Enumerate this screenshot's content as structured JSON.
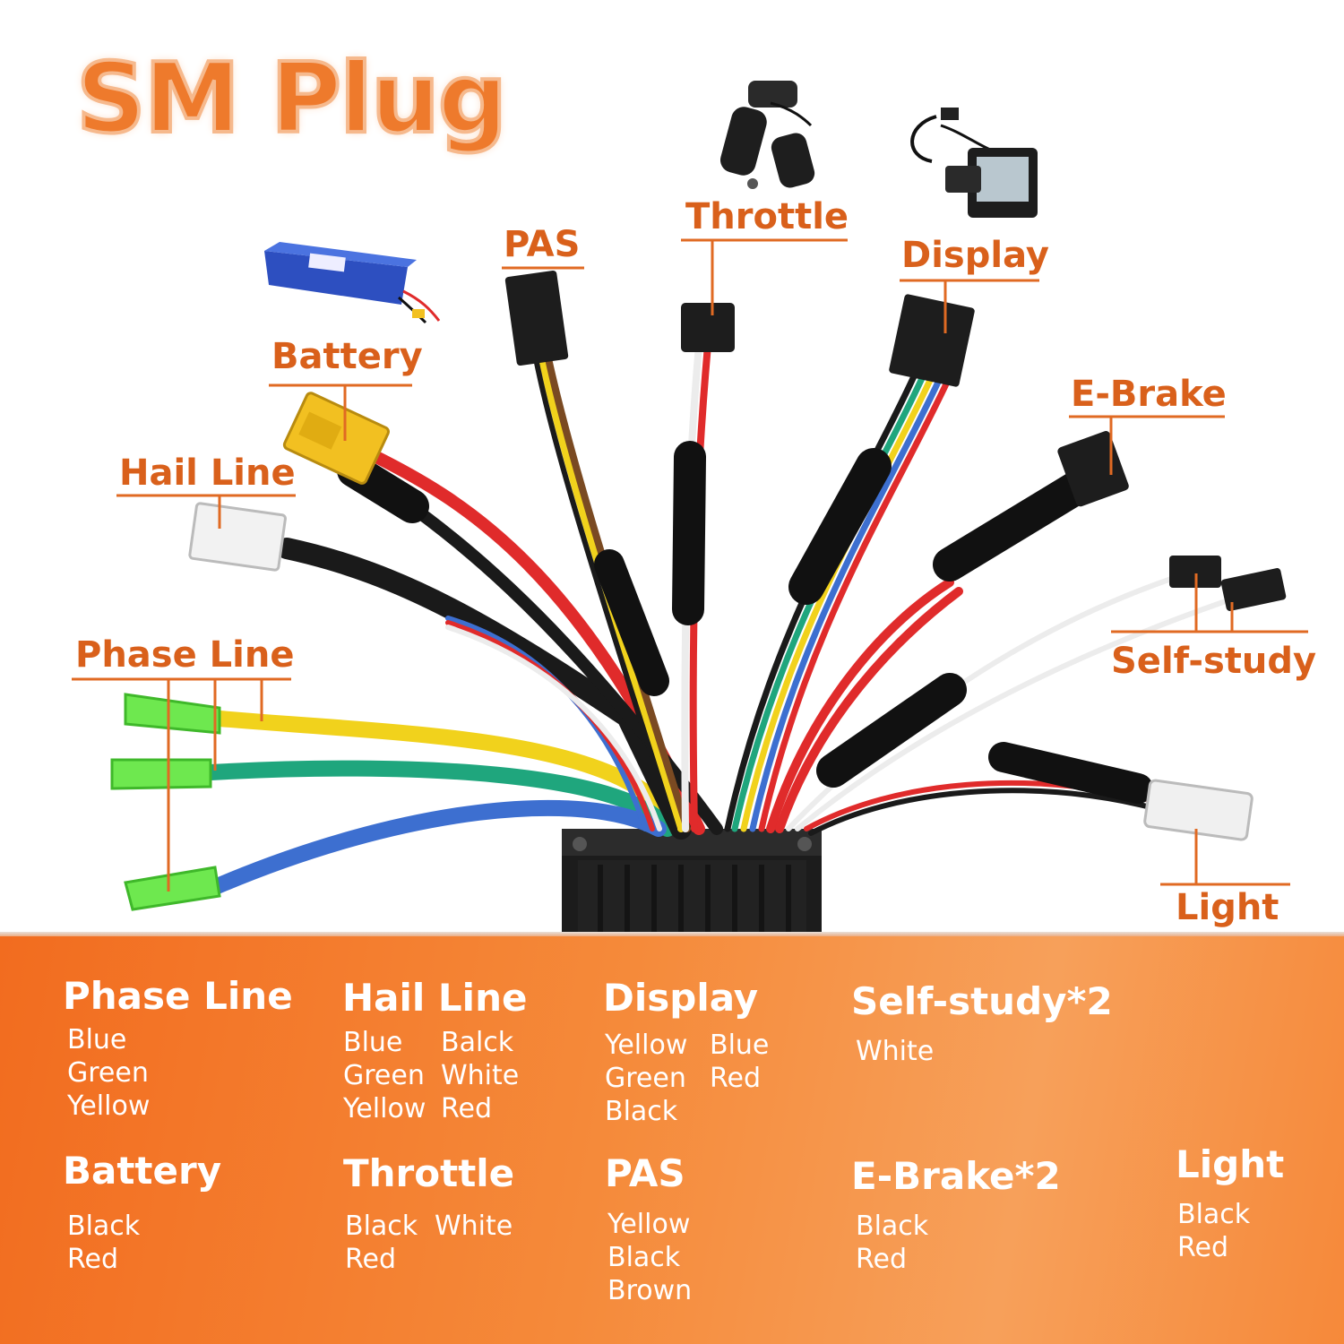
{
  "title": "SM Plug",
  "diagram_labels": {
    "pas": "PAS",
    "throttle": "Throttle",
    "display": "Display",
    "battery": "Battery",
    "e_brake": "E-Brake",
    "hail_line": "Hail Line",
    "self_study": "Self-study",
    "phase_line": "Phase Line",
    "light": "Light"
  },
  "wire_table": {
    "phase_line": {
      "heading": "Phase Line",
      "colors": [
        "Blue",
        "Green",
        "Yellow"
      ]
    },
    "hail_line": {
      "heading": "Hail Line",
      "col1": [
        "Blue",
        "Green",
        "Yellow"
      ],
      "col2": [
        "Balck",
        "White",
        "Red"
      ]
    },
    "display": {
      "heading": "Display",
      "col1": [
        "Yellow",
        "Green",
        "Black"
      ],
      "col2": [
        "Blue",
        "Red"
      ]
    },
    "self_study": {
      "heading": "Self-study*2",
      "colors": [
        "White"
      ]
    },
    "battery": {
      "heading": "Battery",
      "colors": [
        "Black",
        "Red"
      ]
    },
    "throttle": {
      "heading": "Throttle",
      "col1": [
        "Black",
        "Red"
      ],
      "col2": [
        "White"
      ]
    },
    "pas": {
      "heading": "PAS",
      "colors": [
        "Yellow",
        "Black",
        "Brown"
      ]
    },
    "e_brake": {
      "heading": "E-Brake*2",
      "colors": [
        "Black",
        "Red"
      ]
    },
    "light": {
      "heading": "Light",
      "colors": [
        "Black",
        "Red"
      ]
    }
  },
  "colors": {
    "accent_orange": "#e8641d",
    "panel_orange": "#f37a2a",
    "wire_yellow": "#f1d21c",
    "wire_green": "#1fa67d",
    "wire_blue": "#3d6fd0",
    "wire_red": "#e02b2b",
    "wire_black": "#1a1a1a",
    "wire_white": "#ececec",
    "wire_brown": "#7a4a22",
    "terminal_green": "#6ee84f",
    "xt60_yellow": "#f2c021"
  },
  "icons": [
    "battery-pack-image",
    "throttle-grip-image",
    "lcd-display-image",
    "headlight-image",
    "controller-box"
  ]
}
